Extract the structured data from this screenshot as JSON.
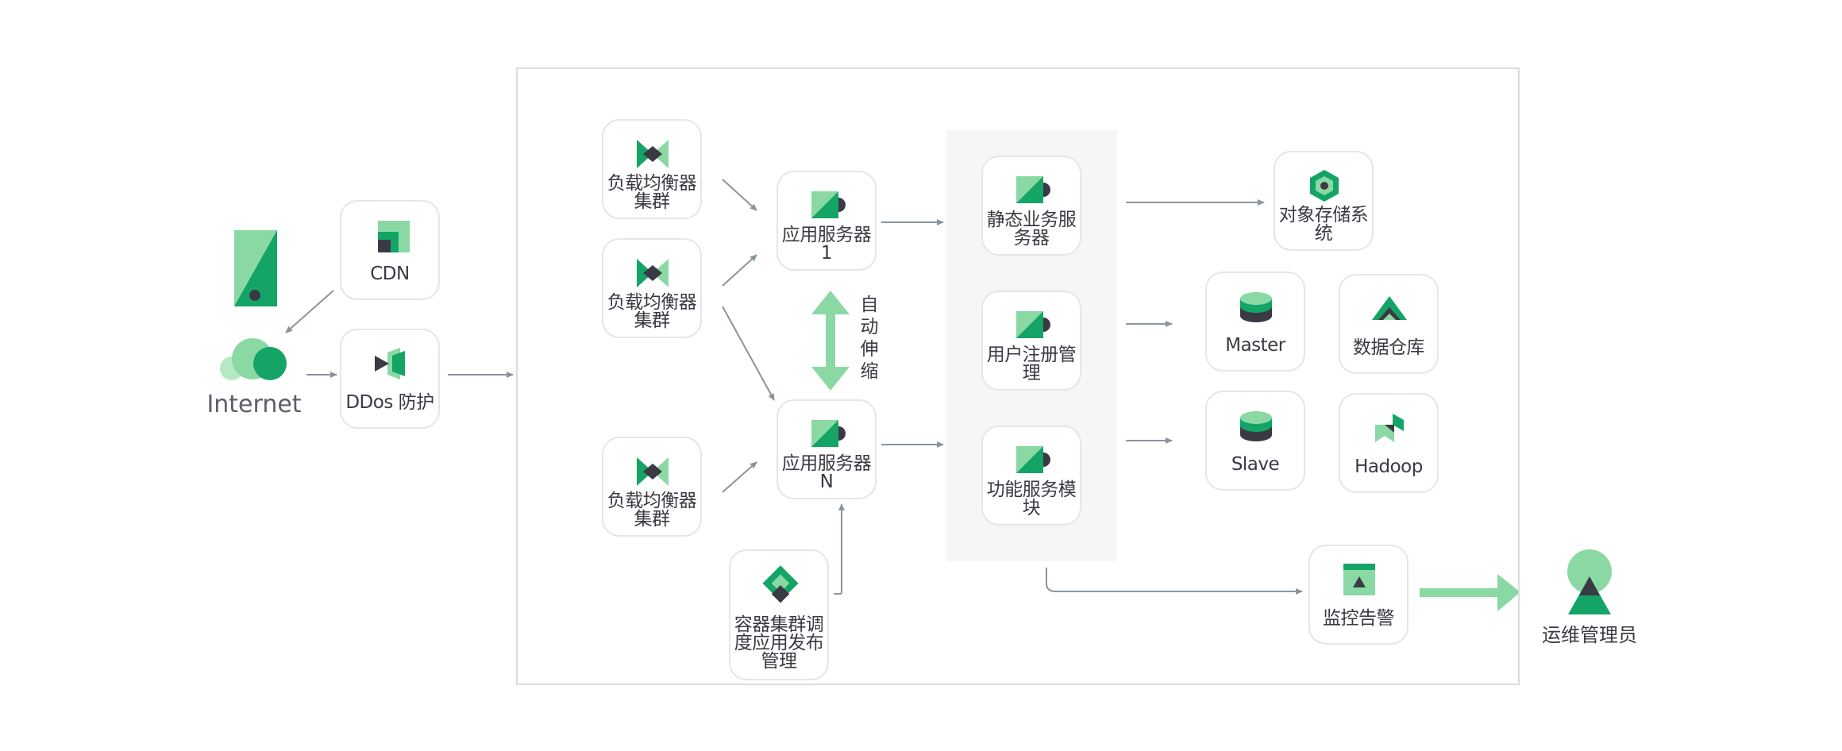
{
  "colors": {
    "green_light": "#8ad9a4",
    "green_dark": "#13a466",
    "ink": "#3a3a44",
    "arrow": "#8a949c",
    "frame": "#dcdcdc",
    "panel": "#f4f7f6"
  },
  "outside": {
    "internet": {
      "label": "Internet",
      "icon": "cloud-icon"
    },
    "device": {
      "icon": "mobile-device-icon"
    },
    "cdn": {
      "label": "CDN",
      "icon": "cdn-icon"
    },
    "ddos": {
      "label": "DDos 防护",
      "icon": "shield-icon"
    },
    "admin": {
      "label": "运维管理员",
      "icon": "user-icon"
    }
  },
  "load_balancers": [
    {
      "line1": "负载均衡器",
      "line2": "集群",
      "icon": "load-balancer-icon"
    },
    {
      "line1": "负载均衡器",
      "line2": "集群",
      "icon": "load-balancer-icon"
    },
    {
      "line1": "负载均衡器",
      "line2": "集群",
      "icon": "load-balancer-icon"
    }
  ],
  "app_servers": [
    {
      "line1": "应用服务器",
      "line2": "1",
      "icon": "server-icon"
    },
    {
      "line1": "应用服务器",
      "line2": "N",
      "icon": "server-icon"
    }
  ],
  "autoscale": {
    "label": "自\n动\n伸\n缩"
  },
  "container": {
    "line1": "容器集群调",
    "line2": "度应用发布",
    "line3": "管理",
    "icon": "container-icon"
  },
  "services": [
    {
      "line1": "静态业务服",
      "line2": "务器",
      "icon": "server-icon"
    },
    {
      "line1": "用户注册管",
      "line2": "理",
      "icon": "server-icon"
    },
    {
      "line1": "功能服务模",
      "line2": "块",
      "icon": "server-icon"
    }
  ],
  "storage": {
    "object": {
      "line1": "对象存储系",
      "line2": "统",
      "icon": "hexagon-icon"
    },
    "master": {
      "label": "Master",
      "icon": "database-icon"
    },
    "warehouse": {
      "label": "数据仓库",
      "icon": "warehouse-icon"
    },
    "slave": {
      "label": "Slave",
      "icon": "database-icon"
    },
    "hadoop": {
      "label": "Hadoop",
      "icon": "hadoop-icon"
    }
  },
  "monitor": {
    "label": "监控告警",
    "icon": "monitor-icon"
  }
}
